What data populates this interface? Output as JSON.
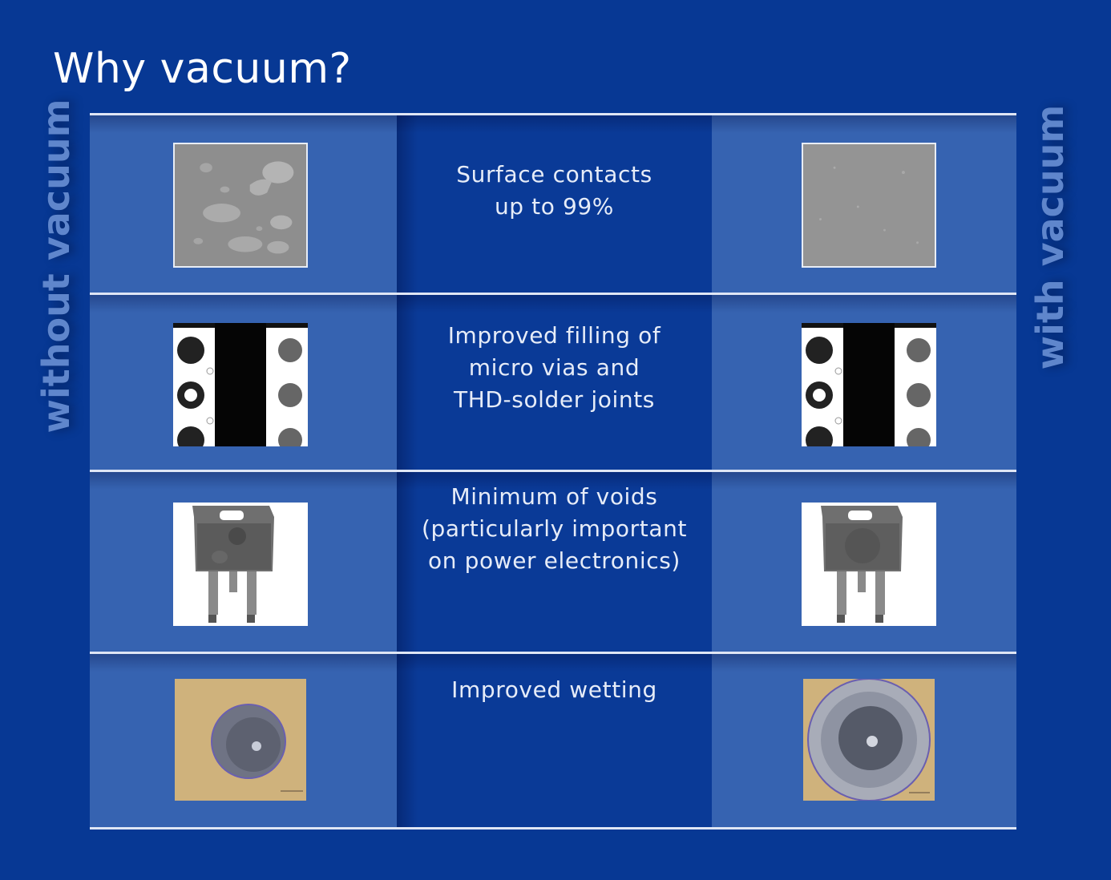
{
  "title": "Why vacuum?",
  "side_labels": {
    "left": "without vacuum",
    "right": "with vacuum"
  },
  "rows": [
    {
      "caption_lines": [
        "Surface contacts",
        "up to 99%"
      ],
      "left_image": "surface-contact-with-voids",
      "right_image": "surface-contact-uniform"
    },
    {
      "caption_lines": [
        "Improved filling of",
        "micro vias and",
        "THD-solder joints"
      ],
      "left_image": "micro-via-xray",
      "right_image": "micro-via-xray"
    },
    {
      "caption_lines": [
        "Minimum of voids",
        "(particularly important",
        "on power electronics)"
      ],
      "left_image": "power-component-xray-voids",
      "right_image": "power-component-xray"
    },
    {
      "caption_lines": [
        "Improved wetting"
      ],
      "left_image": "solder-wetting-small",
      "right_image": "solder-wetting-wide"
    }
  ],
  "colors": {
    "background": "#073894",
    "column_light": "#3663b1",
    "column_mid": "#0a3a97",
    "side_label": "#5f86cc",
    "text": "#ffffff"
  }
}
